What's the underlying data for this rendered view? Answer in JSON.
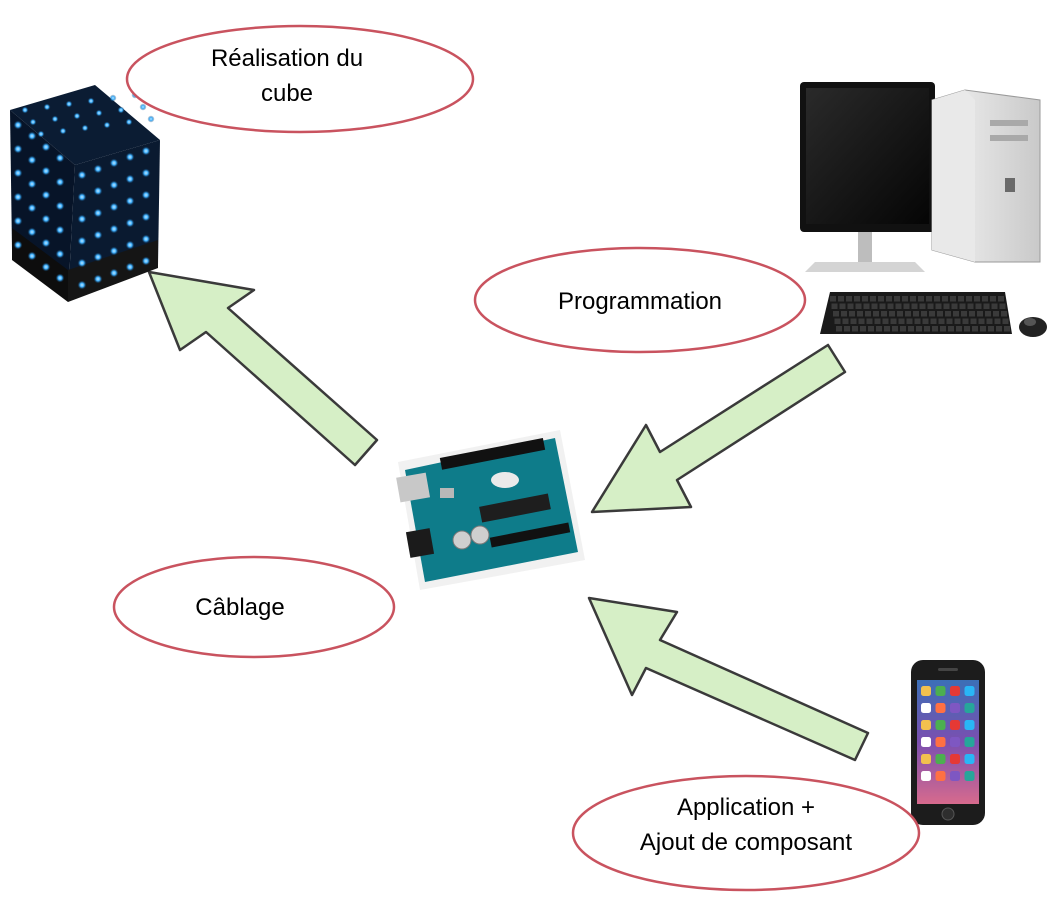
{
  "diagram": {
    "labels": {
      "cube": [
        "Réalisation du",
        "cube"
      ],
      "programming": "Programmation",
      "wiring": "Câblage",
      "application": [
        "Application +",
        "Ajout de composant"
      ]
    },
    "colors": {
      "arrow_fill": "#d6efc6",
      "arrow_stroke": "#3a3a3a",
      "ellipse_stroke": "#c9535f",
      "board": "#0e7c8a",
      "led": "#3fb1ff"
    }
  }
}
